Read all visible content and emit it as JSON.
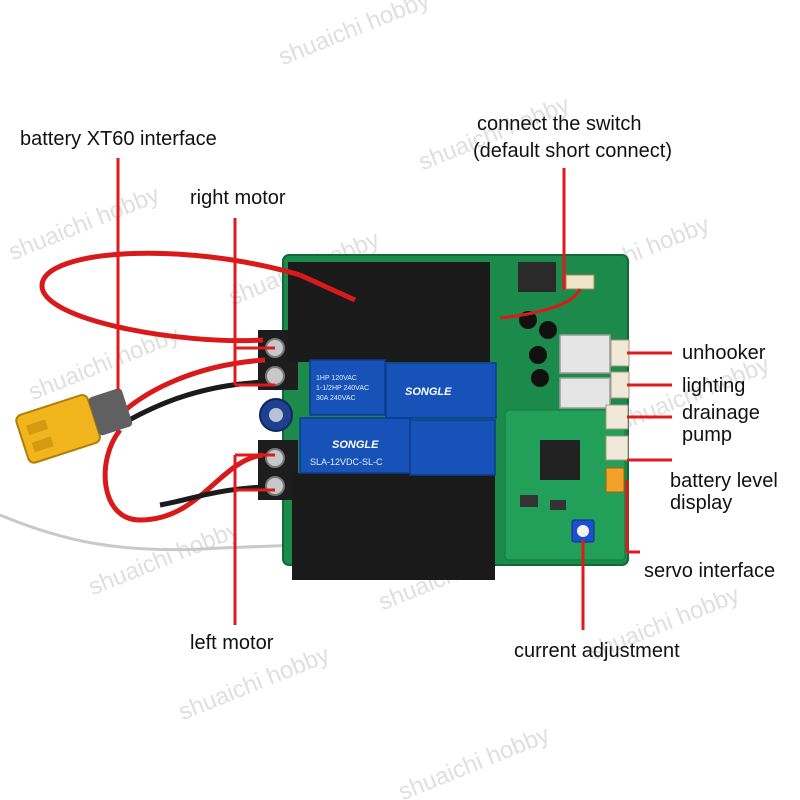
{
  "watermark": {
    "text": "shuaichi hobby"
  },
  "labels": {
    "battery_xt60": "battery XT60 interface",
    "right_motor": "right motor",
    "left_motor": "left motor",
    "connect_switch_line1": "connect the switch",
    "connect_switch_line2": "(default short connect)",
    "unhooker": "unhooker",
    "lighting": "lighting",
    "drainage_pump_line1": "drainage",
    "drainage_pump_line2": "pump",
    "battery_level_line1": "battery level",
    "battery_level_line2": "display",
    "servo_interface": "servo interface",
    "current_adjustment": "current adjustment"
  },
  "relay_text": {
    "brand": "SONGLE",
    "model": "SLA-12VDC-SL-C",
    "rating_line1": "1HP 120VAC",
    "rating_line2": "1-1/2HP 240VAC",
    "rating_line3": "30A 240VAC"
  },
  "colors": {
    "pointer_line": "#e0191c",
    "pcb_green": "#1c8a4a",
    "relay_blue": "#1652b8",
    "heatsink_black": "#1a1a1a",
    "xt60_yellow": "#f2b51d",
    "wire_red": "#d81a1a",
    "wire_black": "#1b1b1b"
  }
}
